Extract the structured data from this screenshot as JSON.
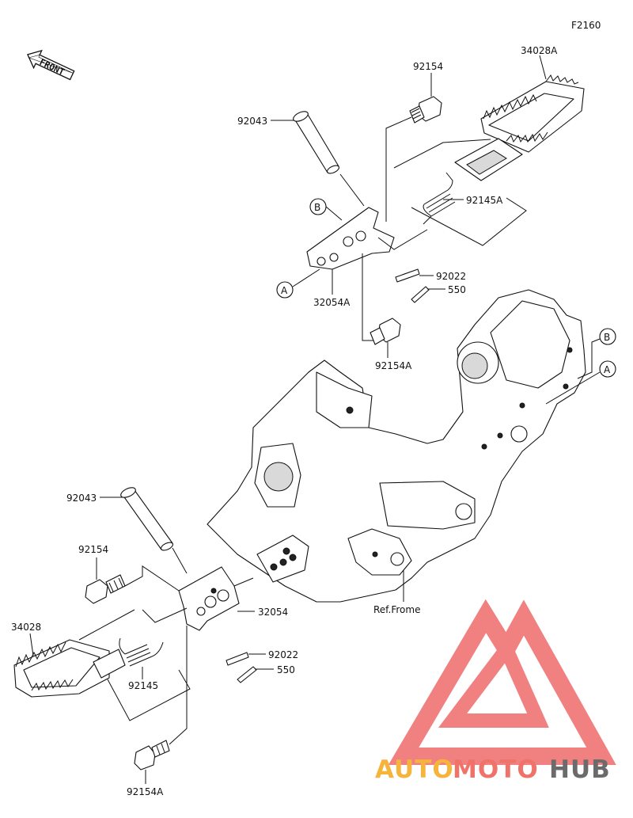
{
  "figure_code": "F2160",
  "front_label": "FRONT",
  "parts": {
    "footpeg_right": "34028A",
    "bolt_upper": "92154",
    "pin_upper": "92043",
    "spring_right": "92145A",
    "ref_b_upper": "B",
    "ref_a_upper": "A",
    "bracket_right": "32054A",
    "washer_upper": "92022",
    "cotter_upper": "550",
    "bolt_upper_lower": "92154A",
    "ref_b_frame": "B",
    "ref_a_frame": "A",
    "pin_lower": "92043",
    "bolt_left": "92154",
    "bracket_left": "32054",
    "footpeg_left": "34028",
    "washer_lower": "92022",
    "cotter_lower": "550",
    "spring_left": "92145",
    "bolt_left_lower": "92154A",
    "ref_frame": "Ref.Frome"
  },
  "watermark": {
    "part1": "AUTO",
    "part2": "MOTO",
    "part3": "HUB",
    "color1": "#f5b43c",
    "color2": "#f0736a",
    "color3": "#6b6b6b",
    "mark_color": "#ef6a6a"
  }
}
